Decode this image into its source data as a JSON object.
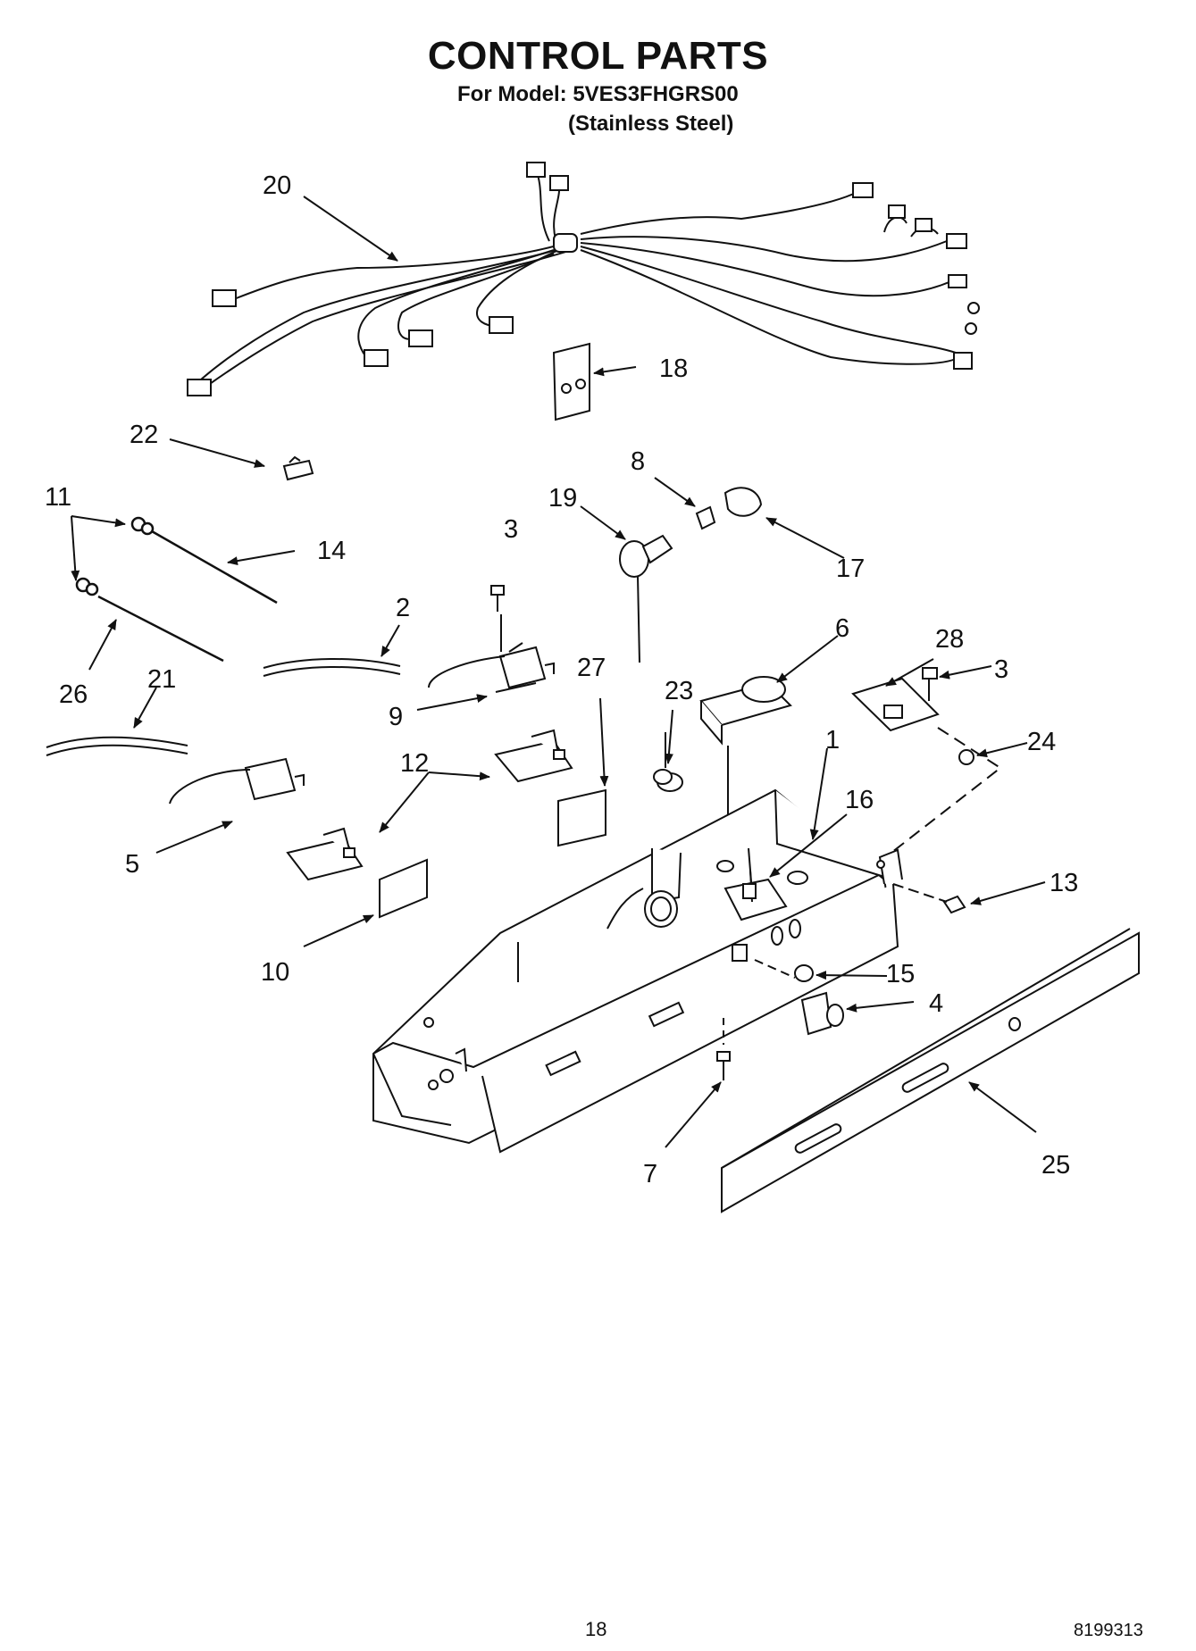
{
  "header": {
    "title": "CONTROL PARTS",
    "model": "For Model: 5VES3FHGRS00",
    "finish": "(Stainless Steel)"
  },
  "footer": {
    "page_number": "18",
    "document_number": "8199313"
  },
  "callouts": [
    "1",
    "2",
    "3",
    "3",
    "4",
    "5",
    "6",
    "7",
    "8",
    "9",
    "10",
    "11",
    "12",
    "13",
    "14",
    "15",
    "16",
    "17",
    "18",
    "19",
    "20",
    "21",
    "22",
    "23",
    "24",
    "25",
    "26",
    "27",
    "28"
  ],
  "icons": {
    "wire-harness": "wire-harness-icon",
    "light-bulb": "light-bulb-icon",
    "control-housing": "control-housing-icon",
    "switch": "switch-icon",
    "screw": "screw-icon"
  }
}
